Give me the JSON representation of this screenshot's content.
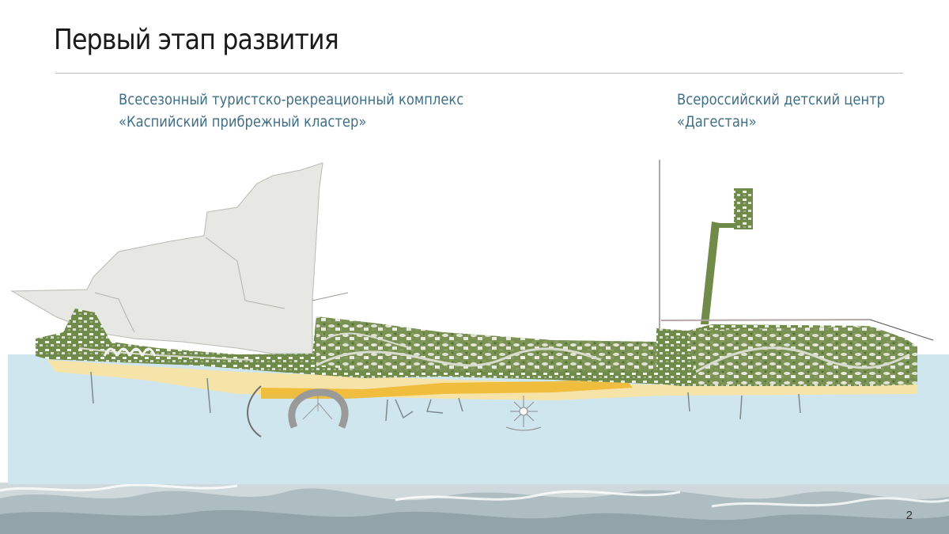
{
  "slide": {
    "title": "Первый этап развития",
    "page_number": "2"
  },
  "captions": {
    "left": {
      "line1": "Всесезонный туристско-рекреационный комплекс",
      "line2": "«Каспийский прибрежный кластер»"
    },
    "right": {
      "line1": "Всероссийский детский центр",
      "line2": "«Дагестан»"
    }
  },
  "colors": {
    "title_text": "#1a1a1a",
    "caption_text": "#3f6f86",
    "sea": "#cfe6ee",
    "beach": "#f6e3a8",
    "beach_orange": "#f0b62a",
    "land_green": "#6f8a49",
    "vacant_land": "#e7e8e4",
    "rule": "#bdbdbd"
  }
}
